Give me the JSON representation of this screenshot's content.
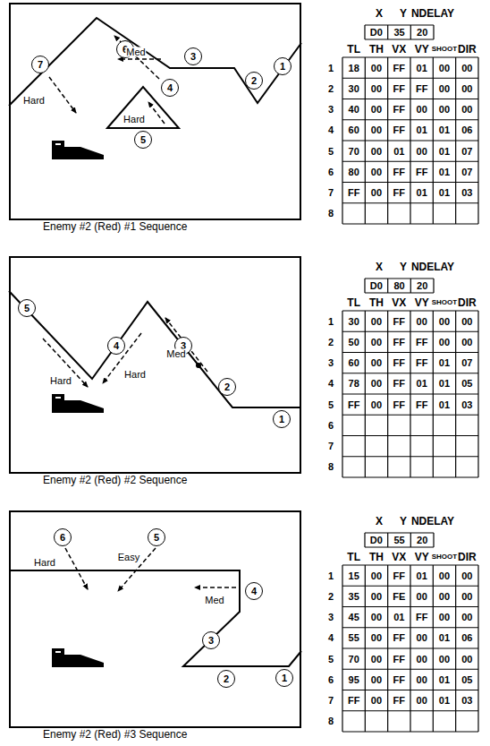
{
  "diagram": {
    "nodes": [
      {
        "text": [
          "Enemy #2 (Red) #1 Sequence"
        ]
      },
      {
        "text": [
          "1"
        ],
        "in": 0
      },
      {
        "text": [
          "2"
        ],
        "in": 0
      },
      {
        "text": [
          "3"
        ],
        "in": 0
      },
      {
        "text": [
          "4"
        ],
        "in": 0
      },
      {
        "text": [
          "5"
        ],
        "in": 0
      },
      {
        "text": [
          "6"
        ],
        "in": 0
      },
      {
        "text": [
          "7"
        ],
        "in": 0
      },
      {
        "text": [
          "Enemy #2 (Red) #2 Sequence"
        ]
      },
      {
        "text": [
          "1"
        ],
        "in": 8
      },
      {
        "text": [
          "2"
        ],
        "in": 8
      },
      {
        "text": [
          "3"
        ],
        "in": 8
      },
      {
        "text": [
          "4"
        ],
        "in": 8
      },
      {
        "text": [
          "5"
        ],
        "in": 8
      },
      {
        "text": [
          "Enemy #2 (Red) #3 Sequence"
        ]
      },
      {
        "text": [
          "1"
        ],
        "in": 14
      },
      {
        "text": [
          "2"
        ],
        "in": 14
      },
      {
        "text": [
          "3"
        ],
        "in": 14
      },
      {
        "text": [
          "4"
        ],
        "in": 14
      },
      {
        "text": [
          "5"
        ],
        "in": 14
      },
      {
        "text": [
          "6"
        ],
        "in": 14
      }
    ],
    "labels": [
      "Med",
      "Hard",
      "Hard",
      "X",
      "Y",
      "NDELAY",
      "D0",
      "35",
      "20",
      "TL",
      "TH",
      "VX",
      "VY",
      "SHOOT",
      "DIR",
      "1",
      "18",
      "00",
      "FF",
      "01",
      "00",
      "00",
      "2",
      "30",
      "00",
      "FF",
      "FF",
      "00",
      "00",
      "3",
      "40",
      "00",
      "FF",
      "00",
      "00",
      "00",
      "4",
      "60",
      "00",
      "FF",
      "01",
      "01",
      "06",
      "5",
      "70",
      "00",
      "01",
      "00",
      "01",
      "07",
      "6",
      "80",
      "00",
      "FF",
      "FF",
      "01",
      "07",
      "7",
      "FF",
      "00",
      "FF",
      "01",
      "01",
      "03",
      "8",
      "Med",
      "Hard",
      "Hard",
      "X",
      "Y",
      "NDELAY",
      "D0",
      "80",
      "20",
      "TL",
      "TH",
      "VX",
      "VY",
      "SHOOT",
      "DIR",
      "1",
      "30",
      "00",
      "FF",
      "00",
      "00",
      "00",
      "2",
      "50",
      "00",
      "FF",
      "FF",
      "00",
      "00",
      "3",
      "60",
      "00",
      "FF",
      "FF",
      "01",
      "07",
      "4",
      "78",
      "00",
      "FF",
      "01",
      "01",
      "05",
      "5",
      "FF",
      "00",
      "FF",
      "FF",
      "01",
      "03",
      "6",
      "7",
      "8",
      "Easy",
      "Hard",
      "Med",
      "X",
      "Y",
      "NDELAY",
      "D0",
      "55",
      "20",
      "TL",
      "TH",
      "VX",
      "VY",
      "SHOOT",
      "DIR",
      "1",
      "15",
      "00",
      "FF",
      "01",
      "00",
      "00",
      "2",
      "35",
      "00",
      "FE",
      "00",
      "00",
      "00",
      "3",
      "45",
      "00",
      "01",
      "FF",
      "00",
      "00",
      "4",
      "55",
      "00",
      "FF",
      "00",
      "01",
      "06",
      "5",
      "70",
      "00",
      "FF",
      "00",
      "00",
      "00",
      "6",
      "95",
      "00",
      "FF",
      "00",
      "01",
      "05",
      "7",
      "FF",
      "00",
      "FF",
      "00",
      "01",
      "03",
      "8"
    ]
  }
}
